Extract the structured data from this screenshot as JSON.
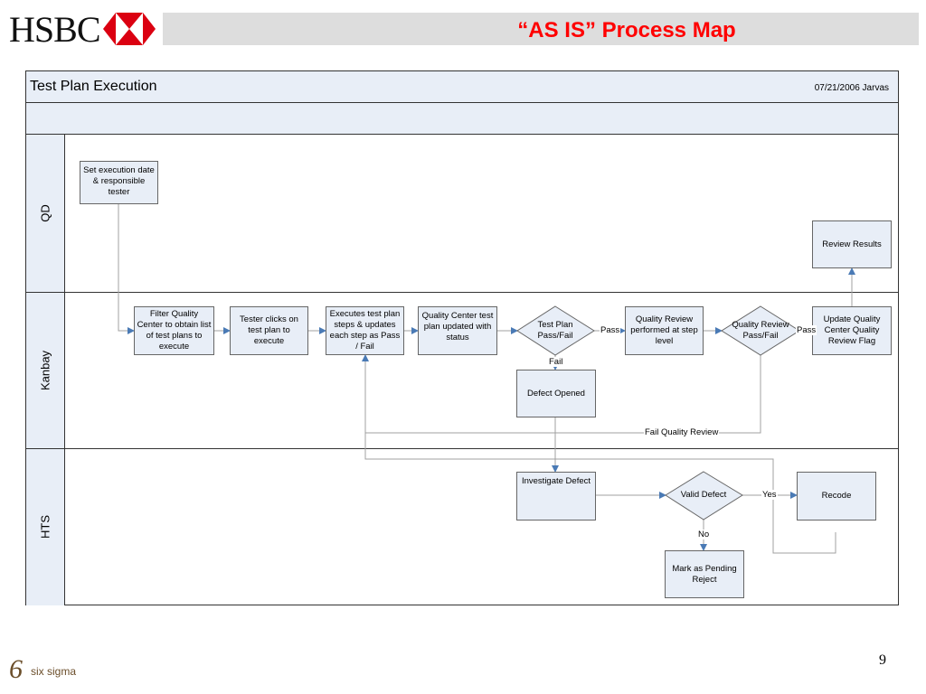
{
  "header": {
    "logo_text": "HSBC",
    "title": "“AS IS” Process Map",
    "title_color": "#ff0000",
    "brand_red": "#db0011"
  },
  "map": {
    "title": "Test Plan Execution",
    "date_author": "07/21/2006 Jarvas",
    "lanes": [
      "QD",
      "Kanbay",
      "HTS"
    ]
  },
  "nodes": {
    "set_execution": "Set execution date & responsible tester",
    "review_results": "Review Results",
    "filter_qc": "Filter Quality Center to obtain list of test plans to execute",
    "tester_clicks": "Tester clicks on test plan to execute",
    "executes_steps": "Executes test plan steps & updates each step as Pass / Fail",
    "qc_updated": "Quality Center test plan updated with status",
    "test_plan_decision": "Test Plan Pass/Fail",
    "quality_review": "Quality Review performed at step level",
    "quality_review_decision": "Quality Review Pass/Fail",
    "update_qc_flag": "Update Quality Center Quality Review Flag",
    "defect_opened": "Defect Opened",
    "investigate_defect": "Investigate Defect",
    "valid_defect": "Valid Defect",
    "recode": "Recode",
    "mark_pending": "Mark as Pending Reject"
  },
  "edges": {
    "pass_1": "Pass",
    "pass_2": "Pass",
    "fail": "Fail",
    "fail_quality_review": "Fail Quality Review",
    "yes": "Yes",
    "no": "No"
  },
  "footer": {
    "six_sigma_mark": "6",
    "six_sigma_text": "six sigma",
    "page_number": "9"
  },
  "colors": {
    "shape_fill": "#e8eef7",
    "connector": "#a0a0a0",
    "arrow": "#4a7ab5"
  }
}
